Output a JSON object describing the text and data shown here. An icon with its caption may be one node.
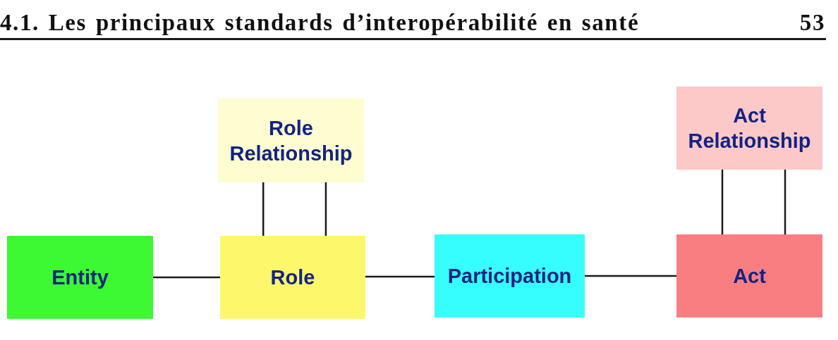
{
  "diagram": {
    "nodes": [
      {
        "text": [
          "Role Relationship"
        ]
      },
      {
        "text": [
          "Act Relationship"
        ]
      },
      {
        "text": [
          "Entity"
        ]
      },
      {
        "text": [
          "Role"
        ]
      },
      {
        "text": [
          "Participation"
        ]
      },
      {
        "text": [
          "Act"
        ]
      }
    ],
    "edges": [
      {
        "from": 0,
        "to": 3,
        "arrow": "none"
      },
      {
        "from": 0,
        "to": 3,
        "arrow": "none"
      },
      {
        "from": 1,
        "to": 5,
        "arrow": "none"
      },
      {
        "from": 1,
        "to": 5,
        "arrow": "none"
      },
      {
        "from": 2,
        "to": 3,
        "arrow": "none"
      },
      {
        "from": 3,
        "to": 4,
        "arrow": "none"
      },
      {
        "from": 4,
        "to": 5,
        "arrow": "none"
      }
    ],
    "labels": [
      "4.1. Les principaux standards d’interopérabilité en santé",
      "53"
    ]
  }
}
